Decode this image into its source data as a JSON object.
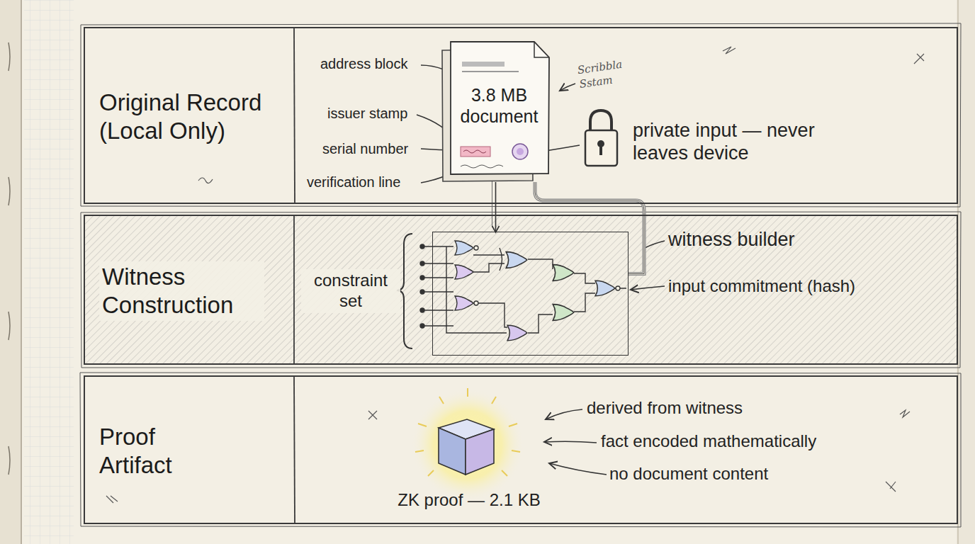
{
  "diagram": {
    "nodes": [
      {
        "text": [
          "Original Record (Local Only)"
        ]
      },
      {
        "text": [
          "3.8 MB document"
        ],
        "in": 0
      },
      {
        "text": [
          "Witness Construction"
        ]
      },
      {
        "text": [
          "constraint set"
        ],
        "in": 2
      },
      {
        "text": [
          "Proof Artifact"
        ]
      },
      {
        "text": [
          "ZK proof — 2.1 KB"
        ],
        "in": 4
      }
    ],
    "edges": [
      {
        "from": 1,
        "to": 3,
        "arrow": "to"
      },
      {
        "from": 1,
        "to": 3,
        "arrow": "none"
      }
    ],
    "labels": [
      "address block",
      "issuer stamp",
      "serial number",
      "verification line",
      "Scribbla Sstam",
      "private input — never leaves device",
      "witness builder",
      "input commitment (hash)",
      "derived from witness",
      "fact encoded mathematically",
      "no document content"
    ]
  }
}
